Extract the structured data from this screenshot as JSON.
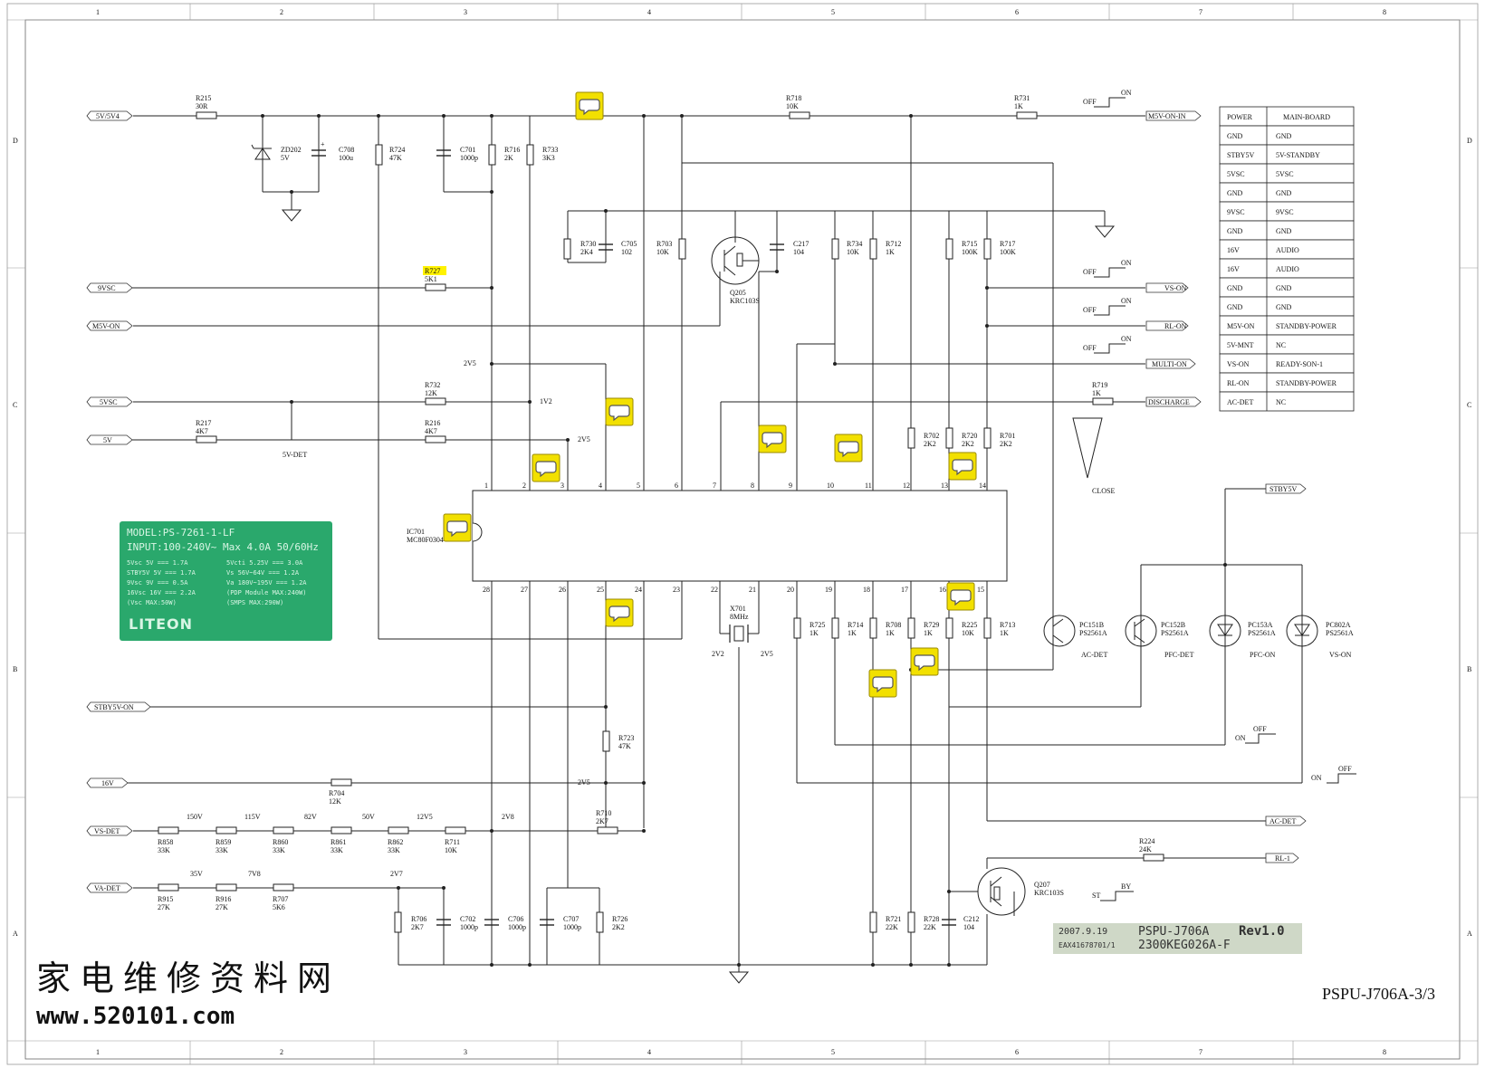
{
  "frame": {
    "columns": [
      "1",
      "2",
      "3",
      "4",
      "5",
      "6",
      "7",
      "8"
    ],
    "rows": [
      "D",
      "C",
      "B",
      "A"
    ]
  },
  "ports": {
    "v5v5v4": "5V/5V4",
    "vsc9": "9VSC",
    "m5v_on": "M5V-ON",
    "vsc5": "5VSC",
    "v5": "5V",
    "stby5v_on": "STBY5V-ON",
    "v16": "16V",
    "vs_det": "VS-DET",
    "va_det": "VA-DET",
    "m5v_on_in": "M5V-ON-IN",
    "vs_on": "VS-ON",
    "rl_on": "RL-ON",
    "multi_on": "MULTI-ON",
    "discharge": "DISCHARGE",
    "stby5v": "STBY5V",
    "ac_det": "AC-DET",
    "rl_1": "RL-1"
  },
  "components": {
    "r215": {
      "ref": "R215",
      "val": "30R"
    },
    "zd202": {
      "ref": "ZD202",
      "val": "5V"
    },
    "c708": {
      "ref": "C708",
      "val": "100u"
    },
    "r724": {
      "ref": "R724",
      "val": "47K"
    },
    "c701": {
      "ref": "C701",
      "val": "1000p"
    },
    "r716": {
      "ref": "R716",
      "val": "2K"
    },
    "r733": {
      "ref": "R733",
      "val": "3K3"
    },
    "r718": {
      "ref": "R718",
      "val": "10K"
    },
    "r731": {
      "ref": "R731",
      "val": "1K"
    },
    "r730": {
      "ref": "R730",
      "val": "2K4"
    },
    "c705": {
      "ref": "C705",
      "val": "102"
    },
    "r703": {
      "ref": "R703",
      "val": "10K"
    },
    "q205": {
      "ref": "Q205",
      "val": "KRC103S"
    },
    "c217": {
      "ref": "C217",
      "val": "104"
    },
    "r734": {
      "ref": "R734",
      "val": "10K"
    },
    "r712": {
      "ref": "R712",
      "val": "1K"
    },
    "r715": {
      "ref": "R715",
      "val": "100K"
    },
    "r717": {
      "ref": "R717",
      "val": "100K"
    },
    "r727": {
      "ref": "R727",
      "val": "5K1"
    },
    "r732": {
      "ref": "R732",
      "val": "12K"
    },
    "r217": {
      "ref": "R217",
      "val": "4K7"
    },
    "r216": {
      "ref": "R216",
      "val": "4K7"
    },
    "r719": {
      "ref": "R719",
      "val": "1K"
    },
    "r702": {
      "ref": "R702",
      "val": "2K2"
    },
    "r720": {
      "ref": "R720",
      "val": "2K2"
    },
    "r701": {
      "ref": "R701",
      "val": "2K2"
    },
    "ic701": {
      "ref": "IC701",
      "val": "MC80F0304"
    },
    "x701": {
      "ref": "X701",
      "val": "8MHz"
    },
    "r725": {
      "ref": "R725",
      "val": "1K"
    },
    "r714": {
      "ref": "R714",
      "val": "1K"
    },
    "r708": {
      "ref": "R708",
      "val": "1K"
    },
    "r729": {
      "ref": "R729",
      "val": "1K"
    },
    "r225": {
      "ref": "R225",
      "val": "10K"
    },
    "r713": {
      "ref": "R713",
      "val": "1K"
    },
    "pc151b": {
      "ref": "PC151B",
      "val": "PS2561A",
      "fn": "AC-DET"
    },
    "pc152b": {
      "ref": "PC152B",
      "val": "PS2561A",
      "fn": "PFC-DET"
    },
    "pc153a": {
      "ref": "PC153A",
      "val": "PS2561A",
      "fn": "PFC-ON"
    },
    "pc802a": {
      "ref": "PC802A",
      "val": "PS2561A",
      "fn": "VS-ON"
    },
    "r723": {
      "ref": "R723",
      "val": "47K"
    },
    "r704": {
      "ref": "R704",
      "val": "12K"
    },
    "r710": {
      "ref": "R710",
      "val": "2K7"
    },
    "r858": {
      "ref": "R858",
      "val": "33K"
    },
    "r859": {
      "ref": "R859",
      "val": "33K"
    },
    "r860": {
      "ref": "R860",
      "val": "33K"
    },
    "r861": {
      "ref": "R861",
      "val": "33K"
    },
    "r862": {
      "ref": "R862",
      "val": "33K"
    },
    "r711": {
      "ref": "R711",
      "val": "10K"
    },
    "r915": {
      "ref": "R915",
      "val": "27K"
    },
    "r916": {
      "ref": "R916",
      "val": "27K"
    },
    "r707": {
      "ref": "R707",
      "val": "5K6"
    },
    "r706": {
      "ref": "R706",
      "val": "2K7"
    },
    "c702": {
      "ref": "C702",
      "val": "1000p"
    },
    "c706": {
      "ref": "C706",
      "val": "1000p"
    },
    "c707": {
      "ref": "C707",
      "val": "1000p"
    },
    "r726": {
      "ref": "R726",
      "val": "2K2"
    },
    "r721": {
      "ref": "R721",
      "val": "22K"
    },
    "r728": {
      "ref": "R728",
      "val": "22K"
    },
    "c212": {
      "ref": "C212",
      "val": "104"
    },
    "r224": {
      "ref": "R224",
      "val": "24K"
    },
    "q207": {
      "ref": "Q207",
      "val": "KRC103S"
    }
  },
  "net_labels": {
    "v2v5": "2V5",
    "v1v2": "1V2",
    "v5det": "5V-DET",
    "v2v2": "2V2",
    "v2v8": "2V8",
    "v2v7": "2V7",
    "v150": "150V",
    "v115": "115V",
    "v82": "82V",
    "v50": "50V",
    "v12v5": "12V5",
    "v35": "35V",
    "v7v8": "7V8",
    "close": "CLOSE",
    "on": "ON",
    "off": "OFF",
    "st": "ST",
    "by": "BY"
  },
  "ic_pins_top": [
    "1",
    "2",
    "3",
    "4",
    "5",
    "6",
    "7",
    "8",
    "9",
    "10",
    "11",
    "12",
    "13",
    "14"
  ],
  "ic_pins_bottom": [
    "28",
    "27",
    "26",
    "25",
    "24",
    "23",
    "22",
    "21",
    "20",
    "19",
    "18",
    "17",
    "16",
    "15"
  ],
  "connector_table": {
    "rows": [
      [
        "POWER",
        "MAIN-BOARD"
      ],
      [
        "GND",
        "GND"
      ],
      [
        "STBY5V",
        "5V-STANDBY"
      ],
      [
        "5VSC",
        "5VSC"
      ],
      [
        "GND",
        "GND"
      ],
      [
        "9VSC",
        "9VSC"
      ],
      [
        "GND",
        "GND"
      ],
      [
        "16V",
        "AUDIO"
      ],
      [
        "16V",
        "AUDIO"
      ],
      [
        "GND",
        "GND"
      ],
      [
        "GND",
        "GND"
      ],
      [
        "M5V-ON",
        "STANDBY-POWER"
      ],
      [
        "5V-MNT",
        "NC"
      ],
      [
        "VS-ON",
        "READY-SON-1"
      ],
      [
        "RL-ON",
        "STANDBY-POWER"
      ],
      [
        "AC-DET",
        "NC"
      ]
    ]
  },
  "psu_label": {
    "model": "MODEL:PS-7261-1-LF",
    "input": "INPUT:100-240V~ Max 4.0A 50/60Hz",
    "left_col": [
      "5Vsc      5V === 1.7A",
      "STBY5V    5V === 1.7A",
      "9Vsc      9V === 0.5A",
      "16Vsc     16V === 2.2A",
      "(Vsc MAX:50W)"
    ],
    "right_col": [
      "5Vcti  5.25V === 3.0A",
      "Vs  56V~64V === 1.2A",
      "Va  180V~195V === 1.2A",
      "(PDP Module MAX:240W)",
      "(SMPS MAX:290W)"
    ],
    "brand": "LITEON"
  },
  "board_label": {
    "date": "2007.9.19",
    "part": "PSPU-J706A",
    "rev": "Rev1.0",
    "code1": "EAX41678701/1",
    "code2": "2300KEG026A-F"
  },
  "sheet_title": "PSPU-J706A-3/3",
  "watermark": {
    "cn": "家电维修资料网",
    "url": "www.520101.com"
  }
}
